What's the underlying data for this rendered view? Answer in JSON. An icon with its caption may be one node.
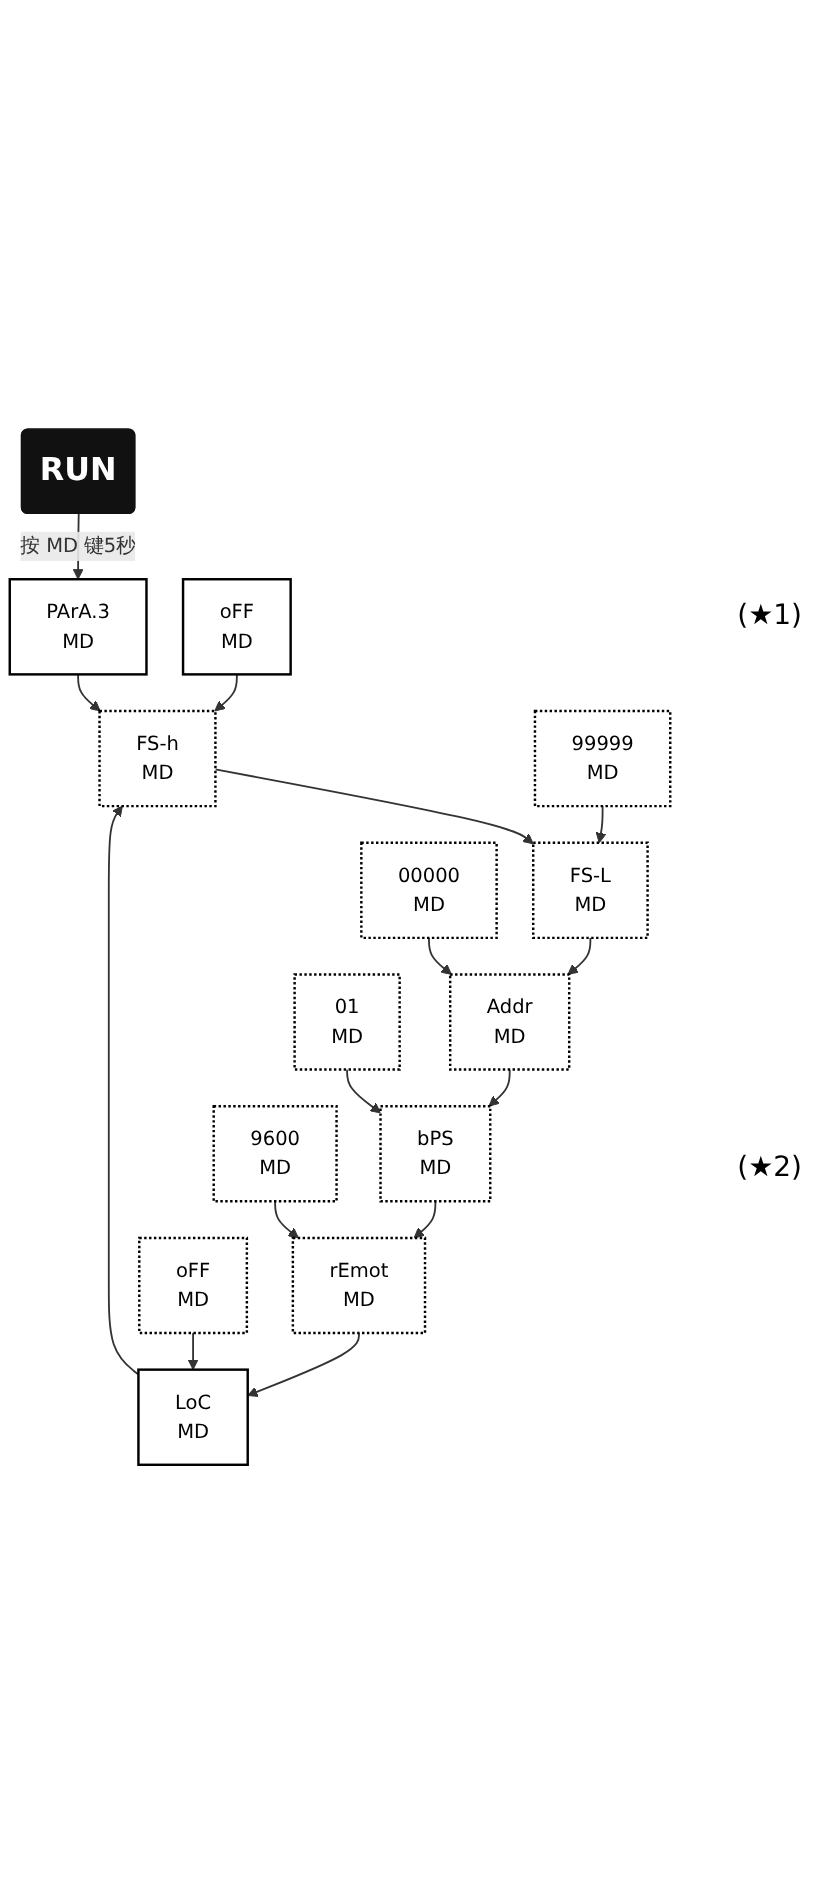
{
  "diagram": {
    "nodes": [
      {
        "text": [
          "RUN"
        ]
      },
      {
        "text": [
          "PArA.3",
          "MD"
        ]
      },
      {
        "text": [
          "FS-h",
          "MD"
        ]
      },
      {
        "text": [
          "99999",
          "MD"
        ]
      },
      {
        "text": [
          "FS-L",
          "MD"
        ]
      },
      {
        "text": [
          "00000",
          "MD"
        ]
      },
      {
        "text": [
          "Addr",
          "MD"
        ]
      },
      {
        "text": [
          "01",
          "MD"
        ]
      },
      {
        "text": [
          "bPS",
          "MD"
        ]
      },
      {
        "text": [
          "9600",
          "MD"
        ]
      },
      {
        "text": [
          "rEmot",
          "MD"
        ]
      },
      {
        "text": [
          "oFF",
          "MD"
        ]
      },
      {
        "text": [
          "LoC",
          "MD"
        ]
      },
      {
        "text": [
          "oFF",
          "MD"
        ]
      }
    ],
    "edges": [
      {
        "from": 0,
        "to": 1,
        "arrow": "to",
        "label": "按 MD 键5秒"
      },
      {
        "from": 1,
        "to": 2,
        "arrow": "to"
      },
      {
        "from": 2,
        "to": 4,
        "arrow": "to"
      },
      {
        "from": 3,
        "to": 4,
        "arrow": "to"
      },
      {
        "from": 4,
        "to": 6,
        "arrow": "to"
      },
      {
        "from": 5,
        "to": 6,
        "arrow": "to"
      },
      {
        "from": 6,
        "to": 8,
        "arrow": "to"
      },
      {
        "from": 7,
        "to": 8,
        "arrow": "to"
      },
      {
        "from": 8,
        "to": 10,
        "arrow": "to"
      },
      {
        "from": 9,
        "to": 10,
        "arrow": "to"
      },
      {
        "from": 10,
        "to": 12,
        "arrow": "to"
      },
      {
        "from": 11,
        "to": 12,
        "arrow": "to"
      },
      {
        "from": 12,
        "to": 2,
        "arrow": "to"
      },
      {
        "from": 13,
        "to": 2,
        "arrow": "to"
      }
    ],
    "labels": [
      "(★1)",
      "(★2)"
    ]
  }
}
